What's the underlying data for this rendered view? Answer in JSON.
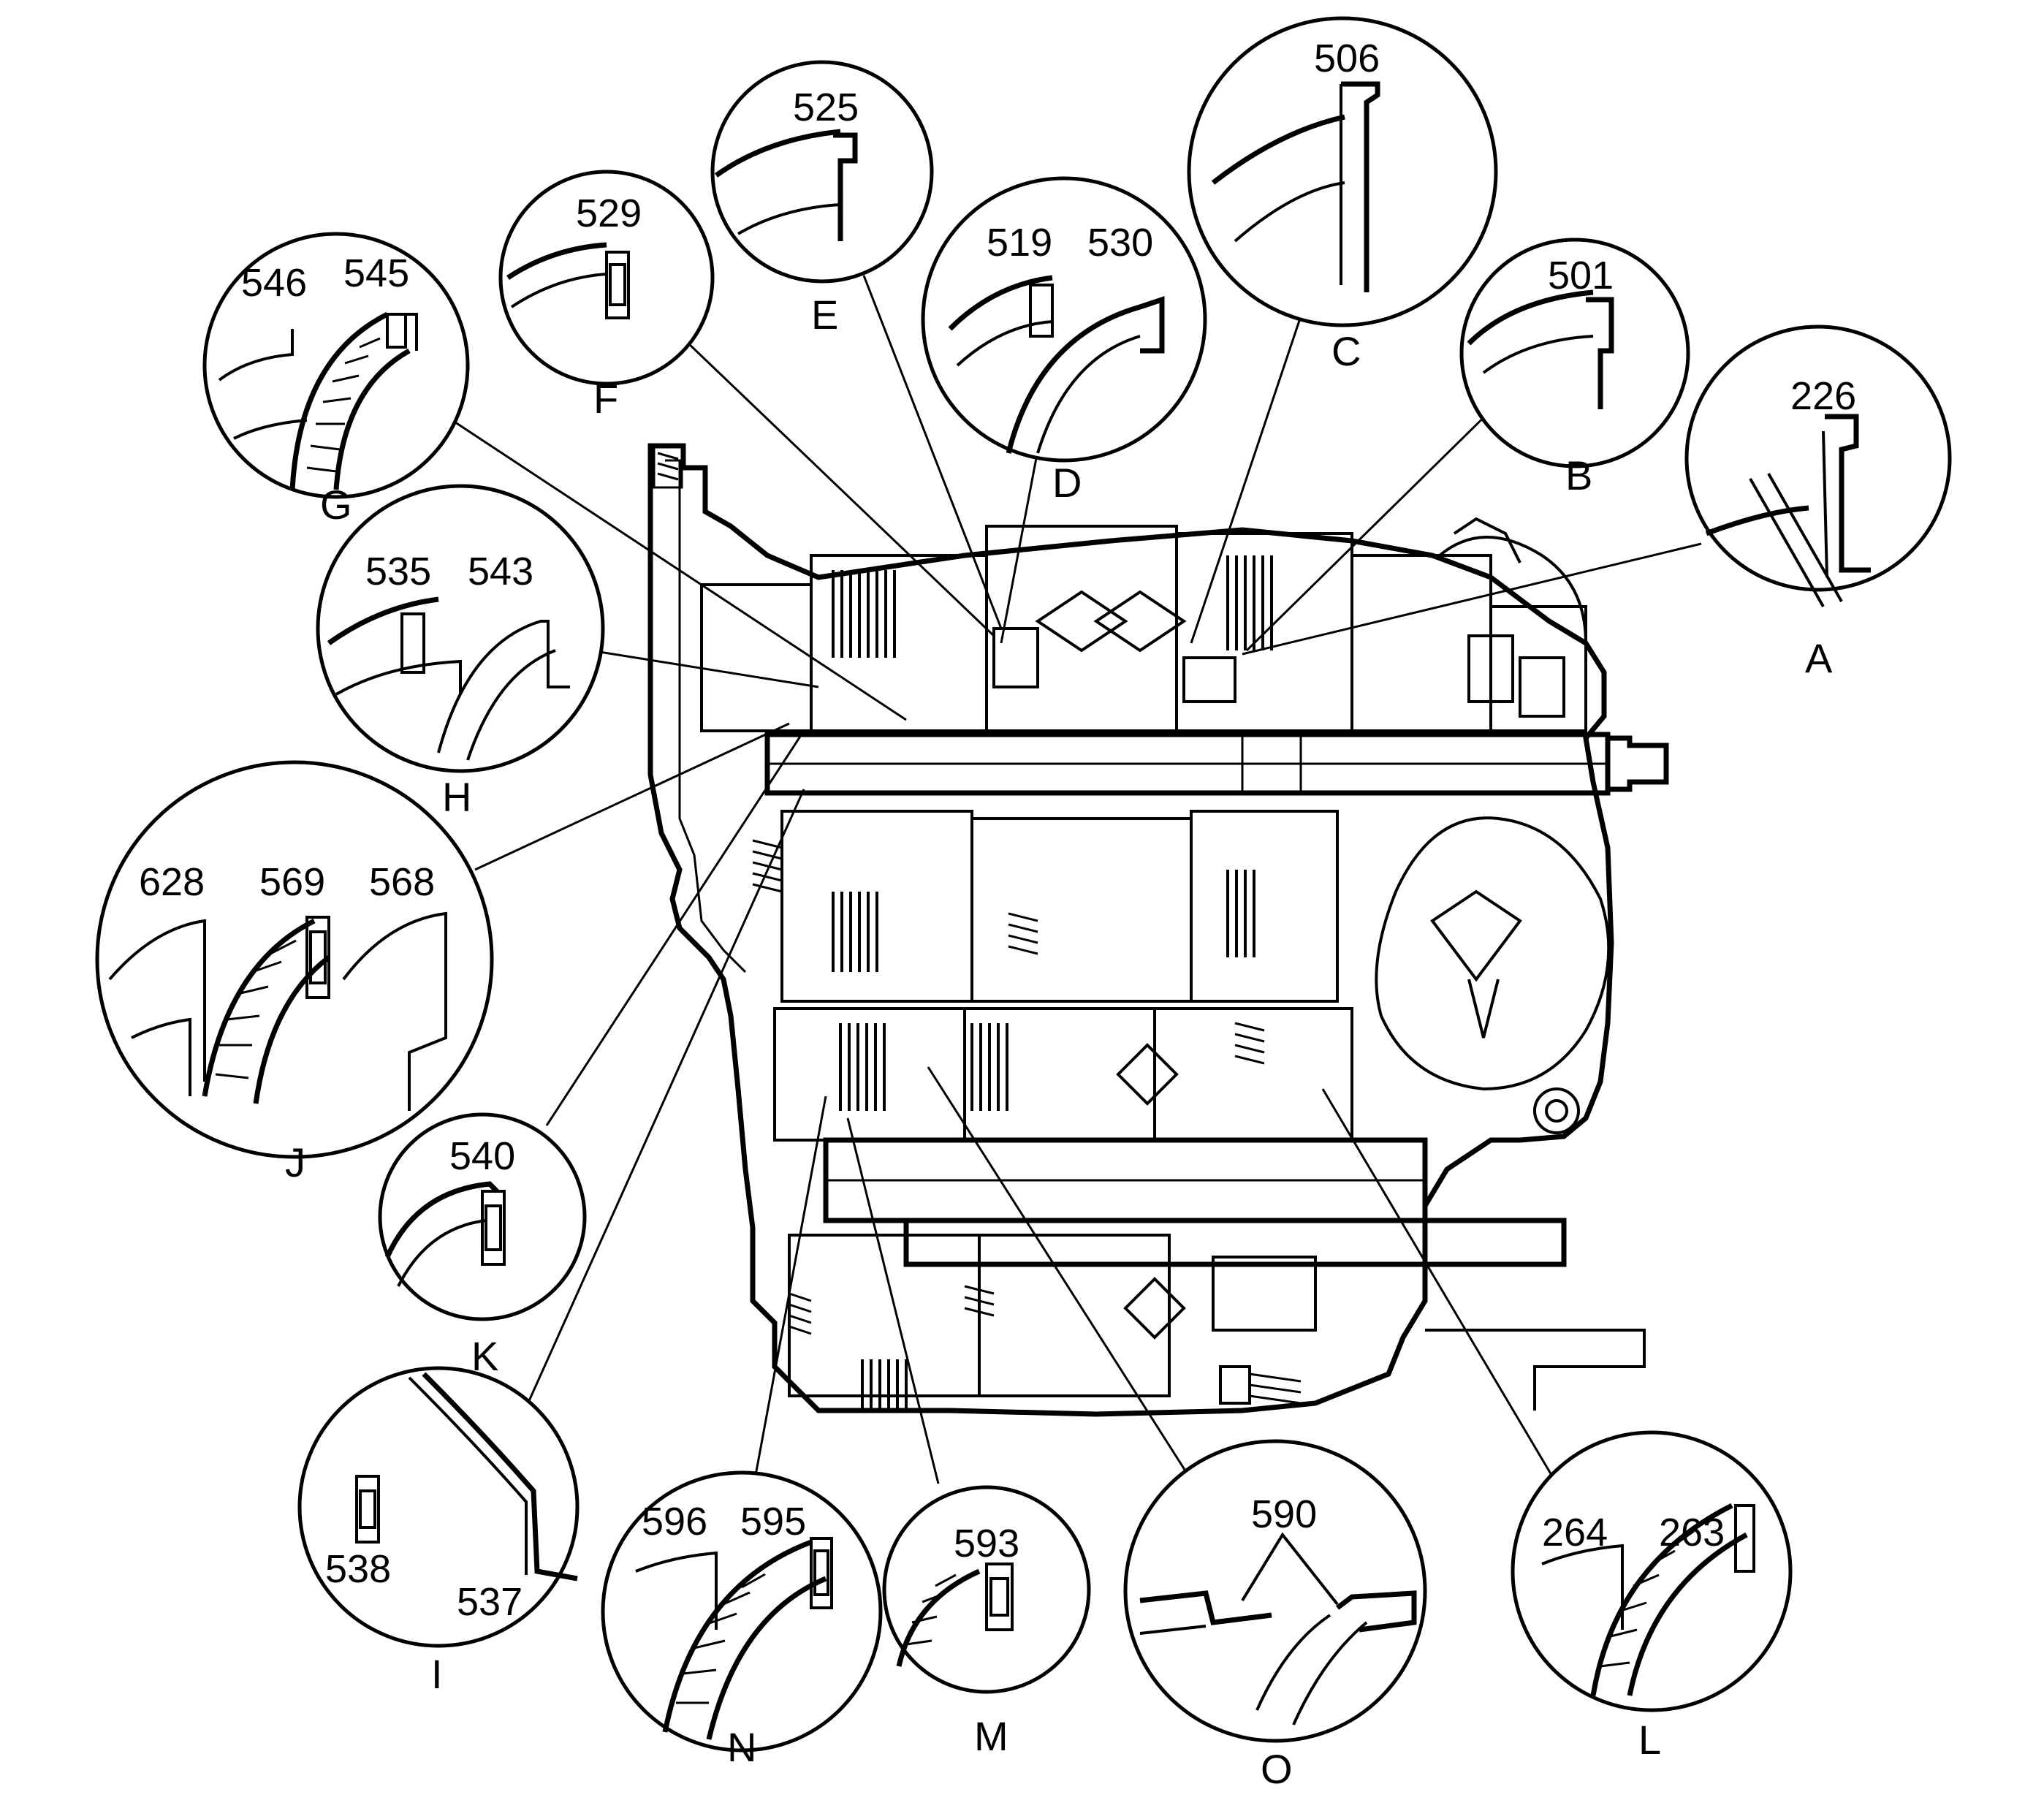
{
  "callouts": [
    {
      "id": "A",
      "letter": "A",
      "parts": [
        "226"
      ]
    },
    {
      "id": "B",
      "letter": "B",
      "parts": [
        "501"
      ]
    },
    {
      "id": "C",
      "letter": "C",
      "parts": [
        "506"
      ]
    },
    {
      "id": "D",
      "letter": "D",
      "parts": [
        "519",
        "530"
      ]
    },
    {
      "id": "E",
      "letter": "E",
      "parts": [
        "525"
      ]
    },
    {
      "id": "F",
      "letter": "F",
      "parts": [
        "529"
      ]
    },
    {
      "id": "G",
      "letter": "G",
      "parts": [
        "546",
        "545"
      ]
    },
    {
      "id": "H",
      "letter": "H",
      "parts": [
        "535",
        "543"
      ]
    },
    {
      "id": "I",
      "letter": "I",
      "parts": [
        "538",
        "537"
      ]
    },
    {
      "id": "J",
      "letter": "J",
      "parts": [
        "628",
        "569",
        "568"
      ]
    },
    {
      "id": "K",
      "letter": "K",
      "parts": [
        "540"
      ]
    },
    {
      "id": "L",
      "letter": "L",
      "parts": [
        "264",
        "263"
      ]
    },
    {
      "id": "M",
      "letter": "M",
      "parts": [
        "593"
      ]
    },
    {
      "id": "N",
      "letter": "N",
      "parts": [
        "596",
        "595"
      ]
    },
    {
      "id": "O",
      "letter": "O",
      "parts": [
        "590"
      ]
    }
  ]
}
